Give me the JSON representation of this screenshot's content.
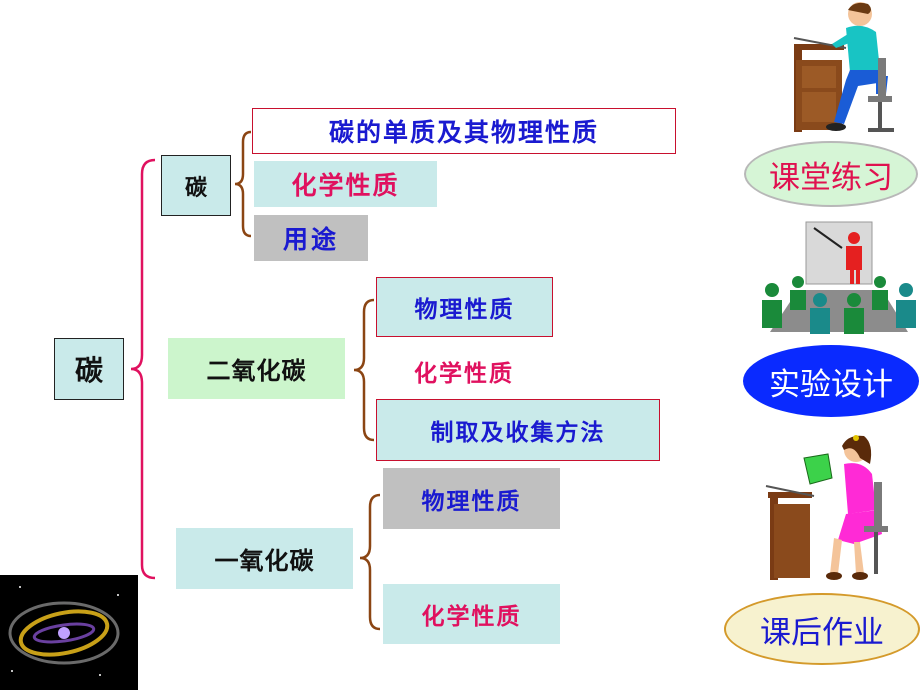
{
  "tree": {
    "root": "碳",
    "carbon": {
      "label": "碳",
      "children": [
        "碳的单质及其物理性质",
        "化学性质",
        "用途"
      ]
    },
    "co2": {
      "label": "二氧化碳",
      "children": [
        "物理性质",
        "化学性质",
        "制取及收集方法"
      ]
    },
    "co": {
      "label": "一氧化碳",
      "children": [
        "物理性质",
        "化学性质"
      ]
    }
  },
  "links": {
    "practice": "课堂练习",
    "experiment": "实验设计",
    "homework": "课后作业"
  },
  "colors": {
    "label_blue": "#1a1ad0",
    "label_pink": "#e0115f",
    "bracket_pink": "#e0115f",
    "bracket_brown": "#8b4513",
    "box_cyan": "#c9eaea",
    "box_green": "#ccf5cc",
    "box_gray": "#c0c0c0"
  }
}
